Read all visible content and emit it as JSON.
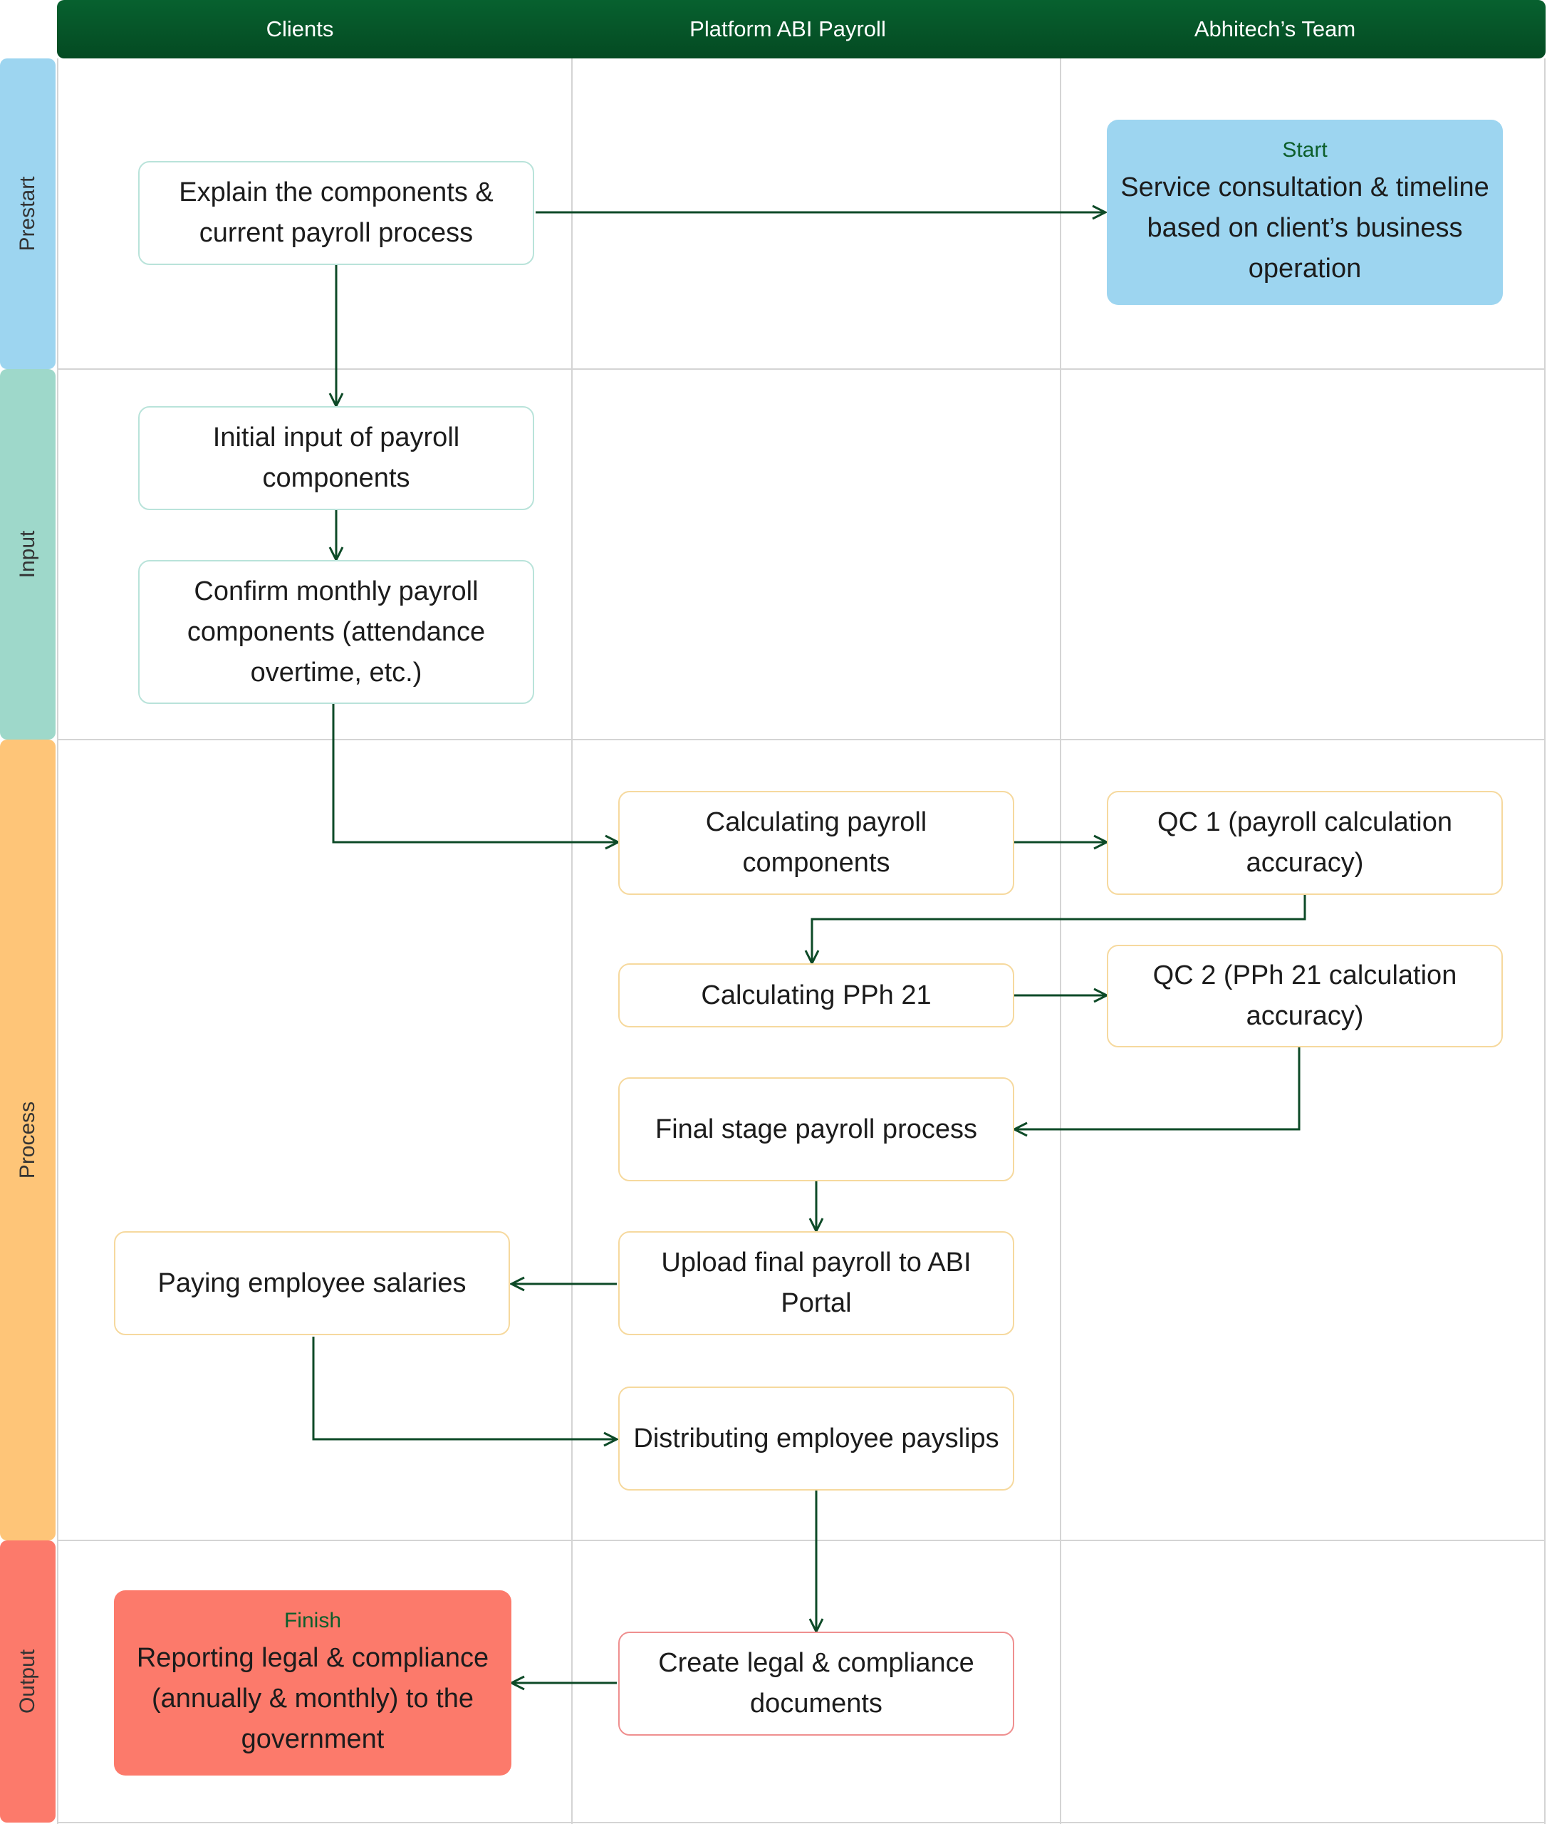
{
  "columns": {
    "clients": "Clients",
    "platform": "Platform ABI Payroll",
    "team": "Abhitech’s Team"
  },
  "phases": {
    "prestart": "Prestart",
    "input": "Input",
    "process": "Process",
    "output": "Output"
  },
  "colors": {
    "header": "#055528",
    "prestart": "#9dd5f0",
    "input": "#9ed8ca",
    "process": "#fec578",
    "output": "#fc7a6b",
    "arrow": "#0d4a27"
  },
  "steps": {
    "start_tag": "Start",
    "service_consultation": "Service consultation & timeline based on client’s business operation",
    "explain_components": "Explain the components & current payroll process",
    "initial_input": "Initial input of payroll components",
    "confirm_monthly": "Confirm monthly payroll components (attendance overtime, etc.)",
    "calculating_payroll": "Calculating payroll components",
    "qc1": "QC 1 (payroll calculation accuracy)",
    "calculating_pph21": "Calculating PPh 21",
    "qc2": "QC 2 (PPh 21 calculation accuracy)",
    "final_stage": "Final stage payroll process",
    "upload_final": "Upload final payroll to ABI Portal",
    "paying_salaries": "Paying employee salaries",
    "distributing_payslips": "Distributing employee payslips",
    "create_legal": "Create legal & compliance documents",
    "finish_tag": "Finish",
    "reporting_legal": "Reporting legal & compliance (annually & monthly) to the government"
  }
}
